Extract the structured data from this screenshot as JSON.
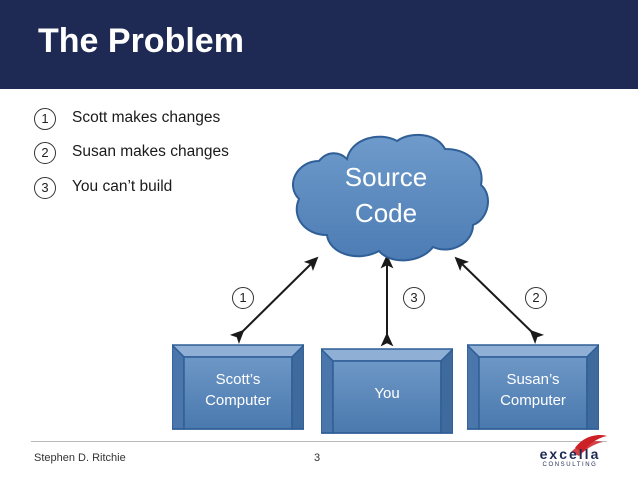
{
  "slide": {
    "title": "The Problem",
    "title_bg": "#1f2a54"
  },
  "bullets": [
    {
      "num": "1",
      "label": "Scott makes changes"
    },
    {
      "num": "2",
      "label": "Susan makes changes"
    },
    {
      "num": "3",
      "label": "You can’t build"
    }
  ],
  "cloud": {
    "line1": "Source",
    "line2": "Code",
    "fill": "#5b8cc2",
    "stroke": "#2f5f96"
  },
  "boxes": [
    {
      "name": "scotts-computer",
      "line1": "Scott’s",
      "line2": "Computer"
    },
    {
      "name": "you",
      "line1": "You",
      "line2": ""
    },
    {
      "name": "susans-computer",
      "line1": "Susan’s",
      "line2": "Computer"
    }
  ],
  "arrows": [
    {
      "num": "1"
    },
    {
      "num": "3"
    },
    {
      "num": "2"
    }
  ],
  "footer": {
    "author": "Stephen D. Ritchie",
    "page": "3"
  },
  "logo": {
    "name": "excella",
    "sub": "CONSULTING",
    "swoosh_color": "#cc2127"
  }
}
